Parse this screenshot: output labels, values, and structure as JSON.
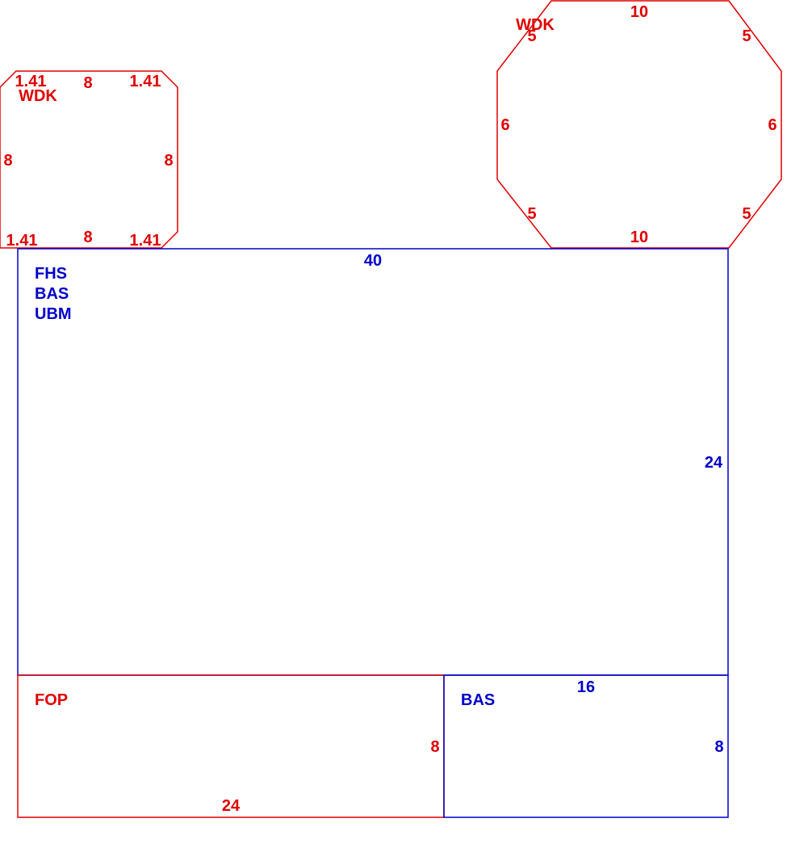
{
  "colors": {
    "red": "#e00000",
    "blue": "#0000cc"
  },
  "small_octagon": {
    "name": "WDK",
    "corner_top_left": "1.41",
    "top": "8",
    "corner_top_right": "1.41",
    "left": "8",
    "right": "8",
    "corner_bottom_left": "1.41",
    "bottom": "8",
    "corner_bottom_right": "1.41"
  },
  "large_octagon": {
    "name": "WDK",
    "top": "10",
    "diag_top_left": "5",
    "diag_top_right": "5",
    "left": "6",
    "right": "6",
    "diag_bottom_left": "5",
    "diag_bottom_right": "5",
    "bottom": "10"
  },
  "main_rect": {
    "labels": [
      "FHS",
      "BAS",
      "UBM"
    ],
    "width": "40",
    "height": "24"
  },
  "bottom_left_rect": {
    "name": "FOP",
    "height": "8",
    "width": "24"
  },
  "bottom_right_rect": {
    "name": "BAS",
    "width": "16",
    "height": "8"
  }
}
